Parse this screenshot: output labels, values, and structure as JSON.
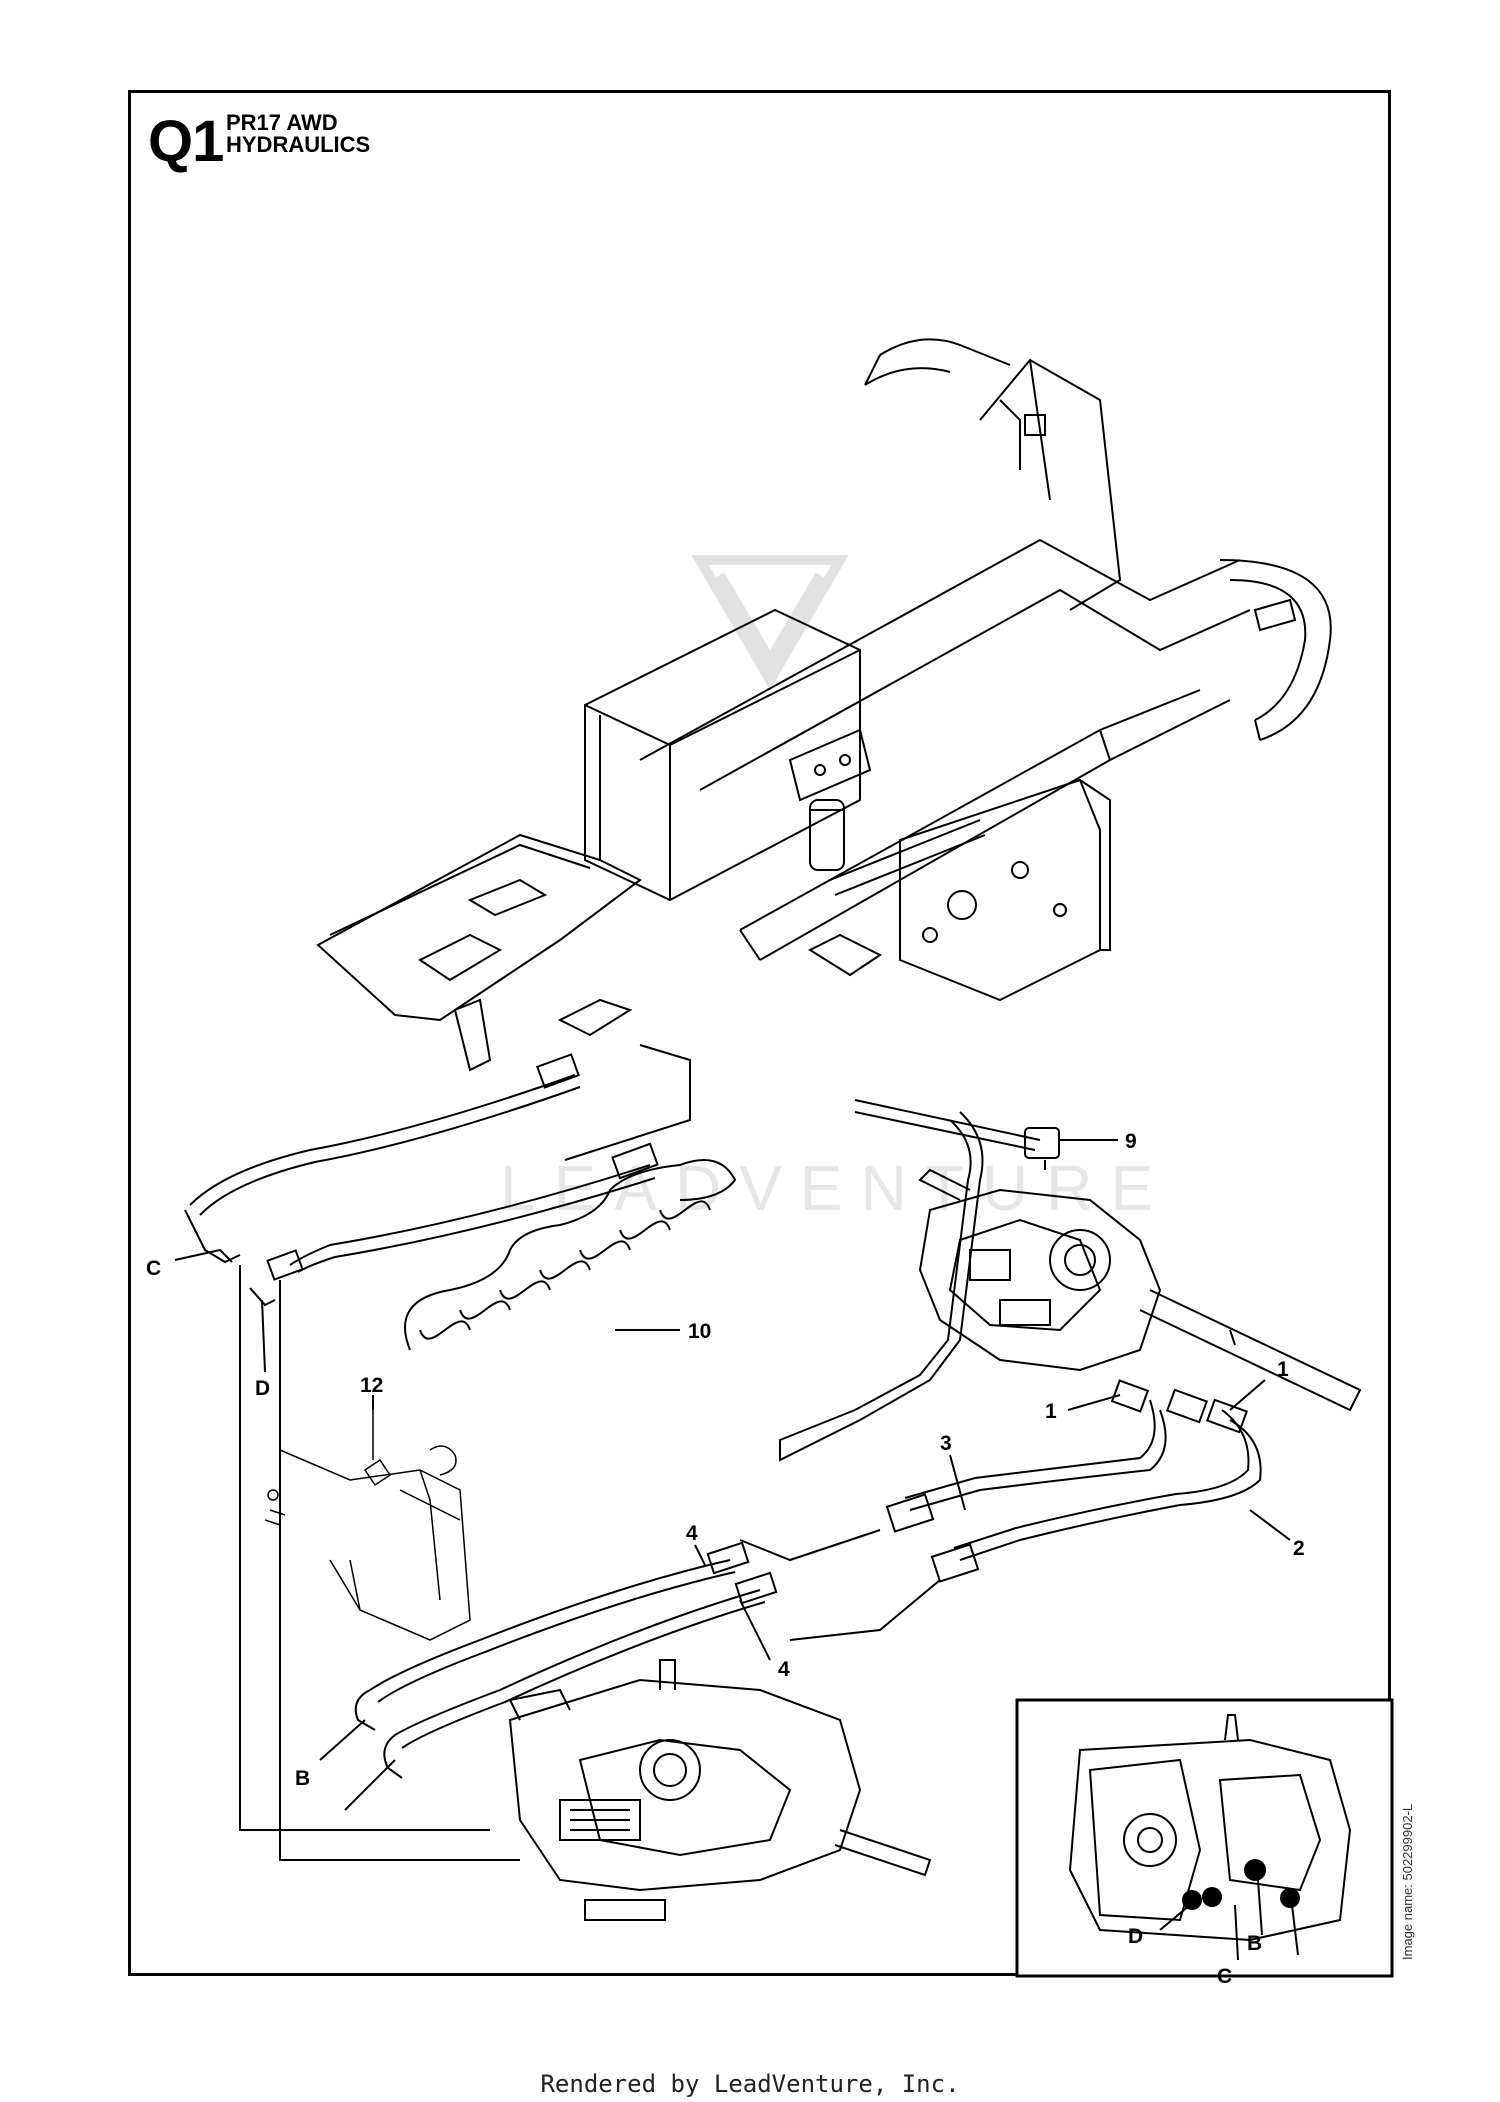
{
  "header": {
    "section_code": "Q1",
    "title_line1": "PR17 AWD",
    "title_line2": "HYDRAULICS"
  },
  "watermark": "LEADVENTURE",
  "image_name": "Image name: 502299902-L",
  "footer": "Rendered by LeadVenture, Inc.",
  "callouts": {
    "c9": "9",
    "c10": "10",
    "c12": "12",
    "c1a": "1",
    "c1b": "1",
    "c2": "2",
    "c3": "3",
    "c4a": "4",
    "c4b": "4",
    "cC": "C",
    "cD": "D",
    "cB": "B",
    "inset_D": "D",
    "inset_C": "C",
    "inset_B": "B"
  },
  "colors": {
    "ink": "#000000",
    "background": "#ffffff",
    "watermark": "#e6e6e6"
  }
}
